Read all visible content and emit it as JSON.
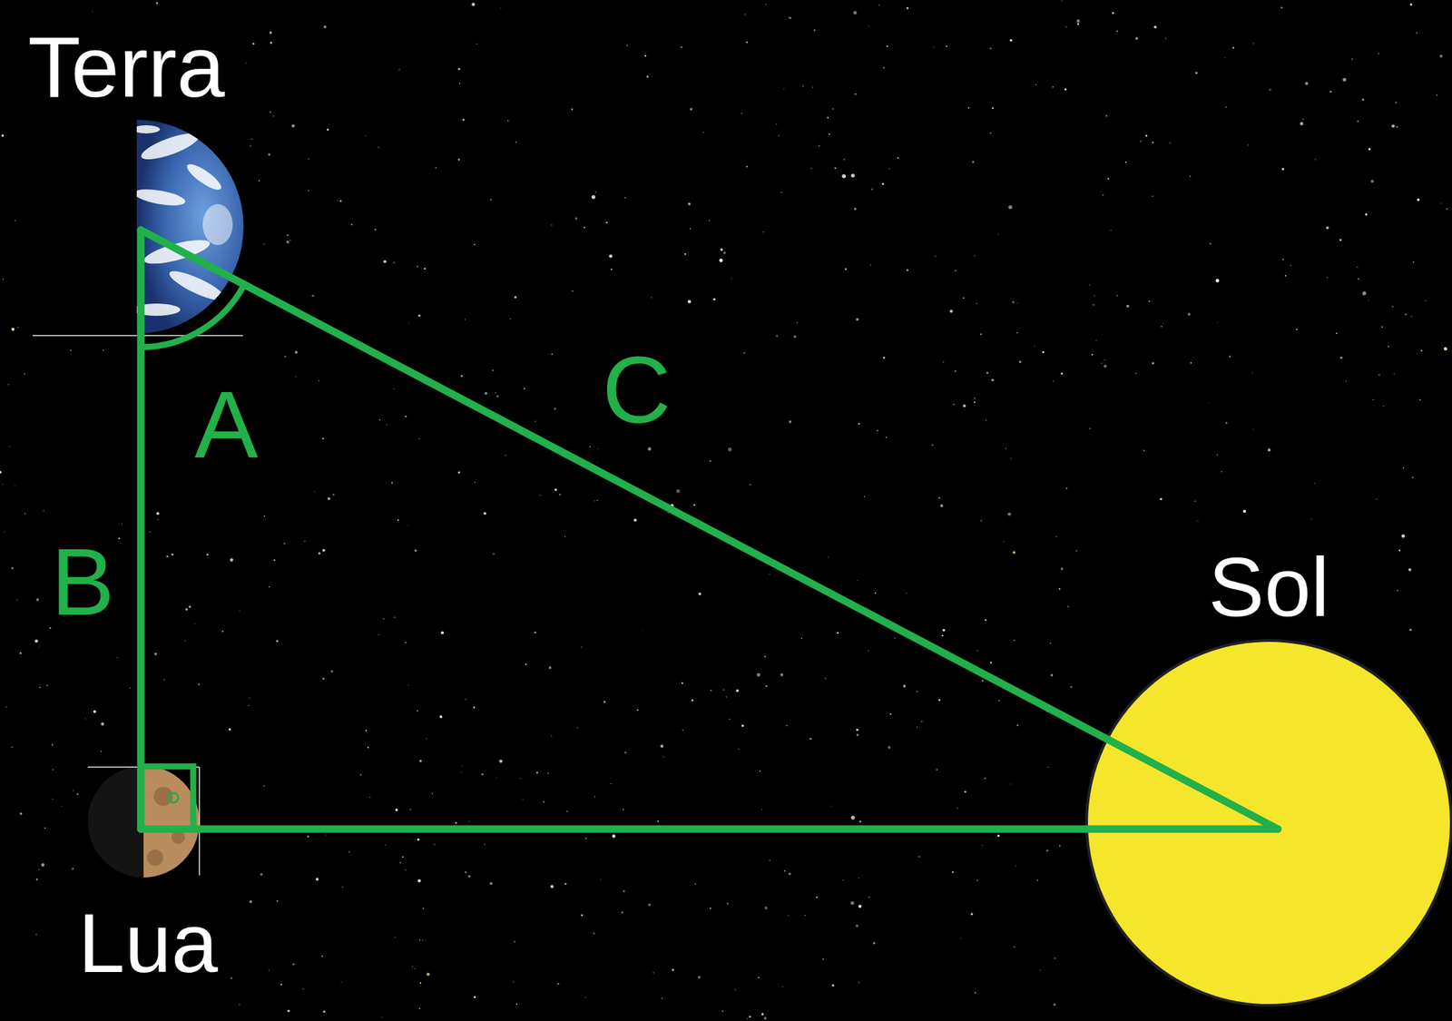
{
  "diagram": {
    "nodes": [
      {
        "text": [
          "Terra"
        ]
      },
      {
        "text": [
          "Sol"
        ]
      },
      {
        "text": [
          "Lua"
        ]
      }
    ],
    "edges": [
      {
        "from": 0,
        "to": 2,
        "arrow": "none",
        "label": "B"
      },
      {
        "from": 0,
        "to": 1,
        "arrow": "none",
        "label": "C"
      },
      {
        "from": 2,
        "to": 1,
        "arrow": "none"
      }
    ],
    "labels": [
      "A"
    ]
  }
}
